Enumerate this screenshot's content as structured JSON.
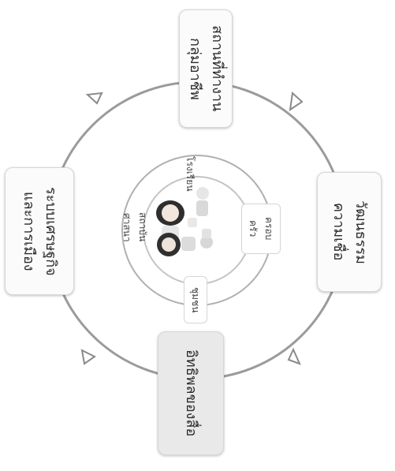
{
  "diagram": {
    "outer": {
      "top_right": "สถานที่ทำงาน\nกลุ่มอาชีพ",
      "right": "วัฒนธรรม\nความเชื่อ",
      "left": "ระบบเศรษฐกิจ\nและการเมือง",
      "bottom_left": "อิทธิพลของสื่อ"
    },
    "inner": {
      "school": "โรงเรียน",
      "family": "ครอบ\nครัว",
      "community": "ชุมชน",
      "religion": "สถาบัน\nศาสนา"
    }
  },
  "colors": {
    "ring": "#9b9b9b",
    "highlight_box": "#e9e9e9"
  }
}
